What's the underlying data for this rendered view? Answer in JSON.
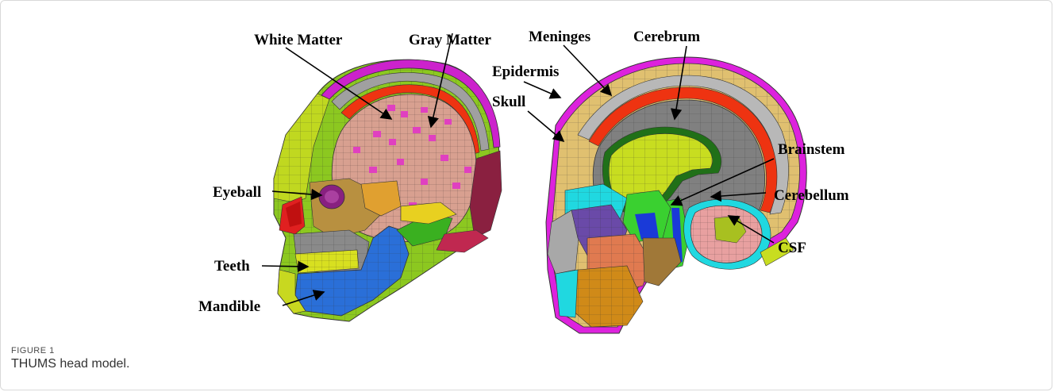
{
  "figure": {
    "caption_label": "FIGURE 1",
    "caption_text": "THUMS head model."
  },
  "labels": {
    "white_matter": "White Matter",
    "gray_matter": "Gray Matter",
    "eyeball": "Eyeball",
    "teeth": "Teeth",
    "mandible": "Mandible",
    "meninges": "Meninges",
    "cerebrum": "Cerebrum",
    "epidermis": "Epidermis",
    "skull": "Skull",
    "brainstem": "Brainstem",
    "cerebellum": "Cerebellum",
    "csf": "CSF"
  },
  "colors": {
    "skin": "#cc22cc",
    "skull": "#e0c070",
    "meninges": "#ee3311",
    "gray_matter": "#d8a090",
    "white_matter": "#e06ab0",
    "cerebrum": "#808080",
    "cerebrum_inner": "#c8dd20",
    "cerebellum": "#e8a0a0",
    "csf": "#20d8e0",
    "mandible": "#2a6fd8",
    "teeth": "#d8e020",
    "face_green": "#8cc820",
    "orange": "#d08a18",
    "blue": "#1a3ad8"
  }
}
